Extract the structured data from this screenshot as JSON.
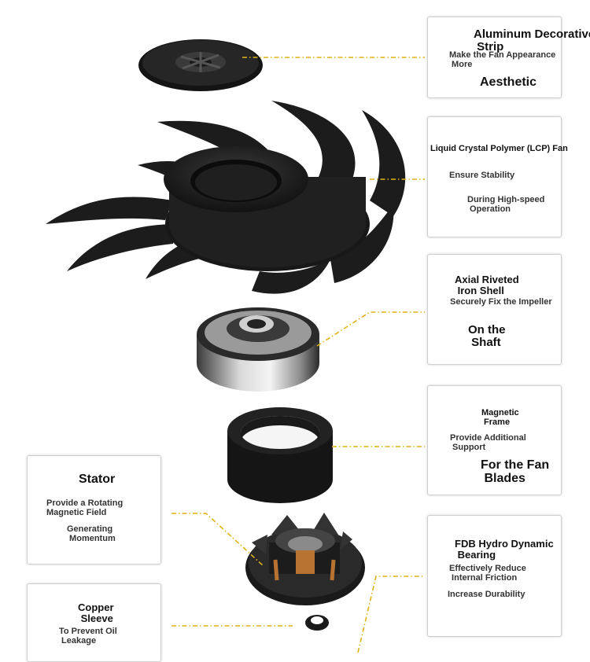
{
  "callouts": {
    "strip": {
      "title": "Aluminum Decorative\n Strip",
      "line1": "Make the Fan Appearance\n More",
      "line2": "Aesthetic"
    },
    "fan": {
      "title": "Liquid Crystal Polymer (LCP) Fan",
      "line1": "Ensure Stability",
      "line2": "During High-speed\n Operation"
    },
    "shell": {
      "title": "Axial Riveted\n Iron Shell",
      "line1": "Securely Fix the Impeller",
      "line2": "On the\n Shaft"
    },
    "frame": {
      "title": "Magnetic\n Frame",
      "line1": "Provide Additional\n Support",
      "line2": "For the Fan\n Blades"
    },
    "stator": {
      "title": "Stator",
      "line1": "Provide a Rotating\nMagnetic Field",
      "line2": "Generating\n Momentum"
    },
    "sleeve": {
      "title": "Copper\n Sleeve",
      "line1": "To Prevent Oil\n Leakage"
    },
    "bearing": {
      "title": "FDB Hydro Dynamic\n Bearing",
      "line1": "Effectively Reduce\n Internal Friction",
      "line2": "Increase Durability"
    }
  },
  "colors": {
    "leader": "#e0b21a",
    "part": "#1c1c1c",
    "box_border": "#cfcfcf"
  }
}
